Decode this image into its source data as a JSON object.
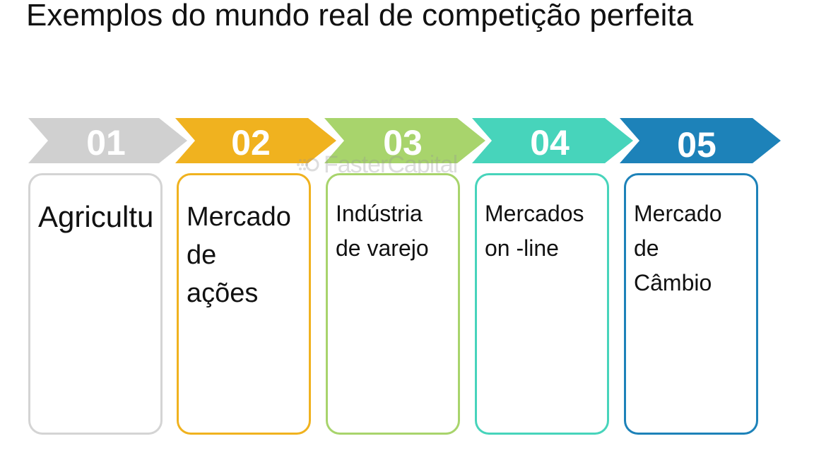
{
  "title": "Exemplos do mundo real de competição perfeita",
  "watermark": "FasterCapital",
  "steps": [
    {
      "number": "01",
      "label": "Agricultu",
      "color": "#d0d0d0"
    },
    {
      "number": "02",
      "label": "Mercado\nde\nações",
      "color": "#f0b21f"
    },
    {
      "number": "03",
      "label": "Indústria\nde varejo",
      "color": "#a8d46c"
    },
    {
      "number": "04",
      "label": "Mercados\non -line",
      "color": "#47d4bb"
    },
    {
      "number": "05",
      "label": "Mercado\nde\nCâmbio",
      "color": "#1d82b9"
    }
  ]
}
